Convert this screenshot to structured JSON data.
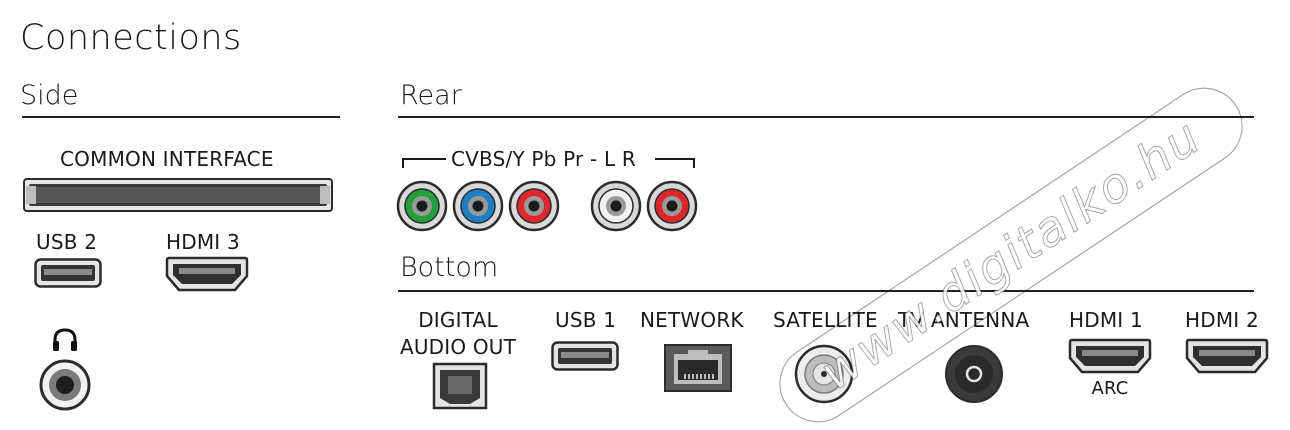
{
  "page_title": "Connections",
  "sections": {
    "side": "Side",
    "rear": "Rear",
    "bottom": "Bottom"
  },
  "side": {
    "common_interface": "COMMON INTERFACE",
    "usb2": "USB 2",
    "hdmi3": "HDMI 3"
  },
  "rear": {
    "group_label": "CVBS/Y Pb Pr - L R",
    "jacks": [
      {
        "ring": "#22a03a"
      },
      {
        "ring": "#1e7fc9"
      },
      {
        "ring": "#e0262b"
      },
      {
        "ring": "#f2f2f2"
      },
      {
        "ring": "#e0262b"
      }
    ]
  },
  "bottom": {
    "digital_audio_line1": "DIGITAL",
    "digital_audio_line2": "AUDIO OUT",
    "usb1": "USB 1",
    "network": "NETWORK",
    "satellite": "SATELLITE",
    "tv_antenna": "TV ANTENNA",
    "hdmi1": "HDMI 1",
    "hdmi1_sub": "ARC",
    "hdmi2": "HDMI 2"
  },
  "watermark": "www.digitalko.hu",
  "colors": {
    "text": "#1a1a1a",
    "port_dark": "#2b2b2b",
    "port_mid": "#6e6e6e",
    "port_light": "#bdbdbd"
  }
}
